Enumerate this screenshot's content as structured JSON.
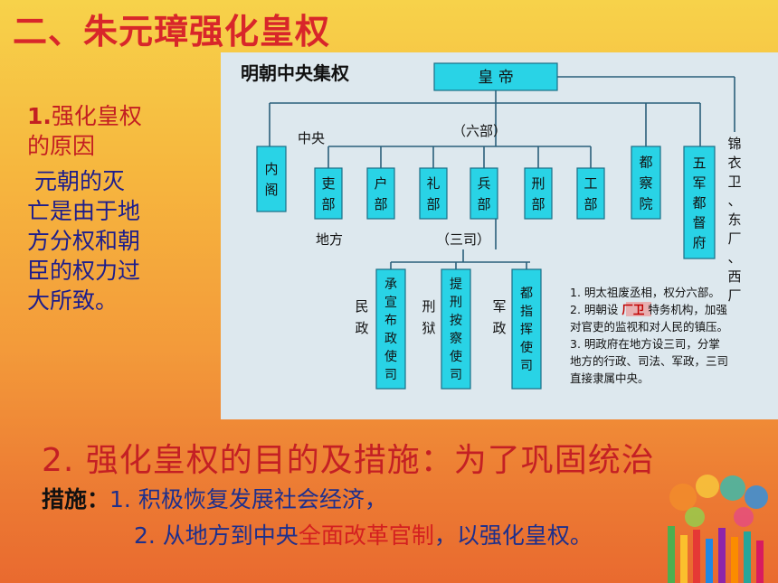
{
  "slide": {
    "title": "二、朱元璋强化皇权",
    "reason": {
      "heading_num": "1.",
      "heading_lines": [
        "强化皇权",
        "的原因"
      ],
      "body_lines": [
        " 元朝的灭",
        "亡是由于地",
        "方分权和朝",
        "臣的权力过",
        "大所致。"
      ]
    },
    "purpose_heading": "2. 强化皇权的目的及措施：为了巩固统治",
    "measures": {
      "label": "措施：",
      "item1": "1. 积极恢复发展社会经济，",
      "item2_pre": "2. 从地方到中央",
      "item2_red": "全面改革官制",
      "item2_post": "，以强化皇权。"
    }
  },
  "chart": {
    "title": "明朝中央集权",
    "emperor": "皇 帝",
    "central_label": "中央",
    "six_ministries_label": "（六部）",
    "neige": "内阁",
    "ministries": [
      "吏部",
      "户部",
      "礼部",
      "兵部",
      "刑部",
      "工部"
    ],
    "duchayuan": "都察院",
    "wujun": "五军都督府",
    "changwei": "锦衣卫、东厂、西厂",
    "local_label": "地方",
    "three_si_label": "（三司）",
    "si_side_labels": [
      "民政",
      "刑狱",
      "军政"
    ],
    "sansi": [
      "承宣布政使司",
      "提刑按察使司",
      "都指挥使司"
    ],
    "notes": [
      {
        "pre": "1. 明太祖废丞相，权分六部。",
        "hl": "",
        "post": ""
      },
      {
        "pre": "2. 明朝设 ",
        "hl": "厂卫",
        "post": " 特务机构，加强"
      },
      {
        "pre": "对官吏的监视和对人民的镇压。",
        "hl": "",
        "post": ""
      },
      {
        "pre": "3. 明政府在地方设三司，分掌",
        "hl": "",
        "post": ""
      },
      {
        "pre": "地方的行政、司法、军政，三司",
        "hl": "",
        "post": ""
      },
      {
        "pre": "直接隶属中央。",
        "hl": "",
        "post": ""
      }
    ],
    "colors": {
      "box_fill": "#29d3e6",
      "box_stroke": "#1a6f86",
      "line": "#2a5f7a",
      "bg": "#dde8ee",
      "highlight": "#f08080"
    }
  }
}
